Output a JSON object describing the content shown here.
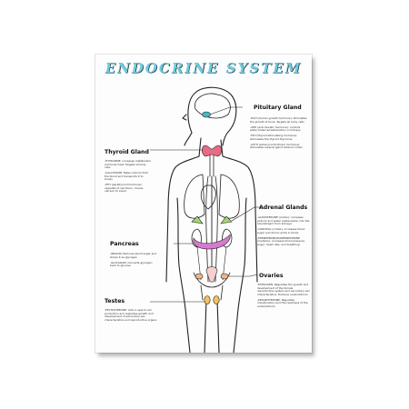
{
  "title": "ENDOCRINE SYSTEM",
  "colors": {
    "title_fill": "#6fcbe0",
    "pituitary": "#45b9c9",
    "thyroid": "#e86a86",
    "adrenal": "#a5d66f",
    "pancreas": "#d779d0",
    "ovaries": "#f0b48a",
    "testes": "#f2c35c",
    "outline": "#222222"
  },
  "glands": {
    "pituitary": {
      "heading": "Pituitary Gland",
      "lines": [
        "-HGH (human growth hormone): stimulates the growth of bone. Targets all body cells",
        "-ADH (anti-diuretic hormone): controls water balance/reabsorption in kidneys",
        "-TSH (thyroid-stimulating hormone): stimulates the thyroid thyroxine",
        "-ACTH (adrenocorticotropic hormone): stimulates adrenal gland adrenal cortex"
      ]
    },
    "thyroid": {
      "heading": "Thyroid Gland",
      "lines": [
        "-THYROXINE: increases metabolism and body heat. Targets all body cells",
        "-CALCITONIN: Takes calcium from the blood and transports it to bones",
        "-PTH (parathyroid hormone): opposite of calcitonin, moves calcium to blood"
      ]
    },
    "adrenal": {
      "heading": "Adrenal Glands",
      "lines": [
        "-ALDOSTERONE (cortex): increases sodium and water reabsorption into the bloodstream from kidneys",
        "-CORTISOL (cortex): increases blood sugar and amino acids in blood",
        "-EPINEPHRINE/NOREPINEPHRINE (medulla): increases blood pressure, sugar, heart rate, and breathing"
      ]
    },
    "pancreas": {
      "heading": "Pancreas",
      "lines": [
        "-INSULIN: Reduces blood sugar and stores it as glycogen",
        "-GLUCAGON: Converts glycogen back to glucose"
      ]
    },
    "ovaries": {
      "heading": "Ovaries",
      "lines": [
        "-ESTROGEN: Regulates the growth and development of the female reproductive system and secondary sex characteristics, thickens endometrium",
        "-PROGESTERONE: Regulates menstruation and the readiness of the endometrium"
      ]
    },
    "testes": {
      "heading": "Testes",
      "lines": [
        "-TESTOSTERONE: Aids in sperm cell production and regulates growth and development of secondary sex characteristics and reproductive organs"
      ]
    }
  }
}
